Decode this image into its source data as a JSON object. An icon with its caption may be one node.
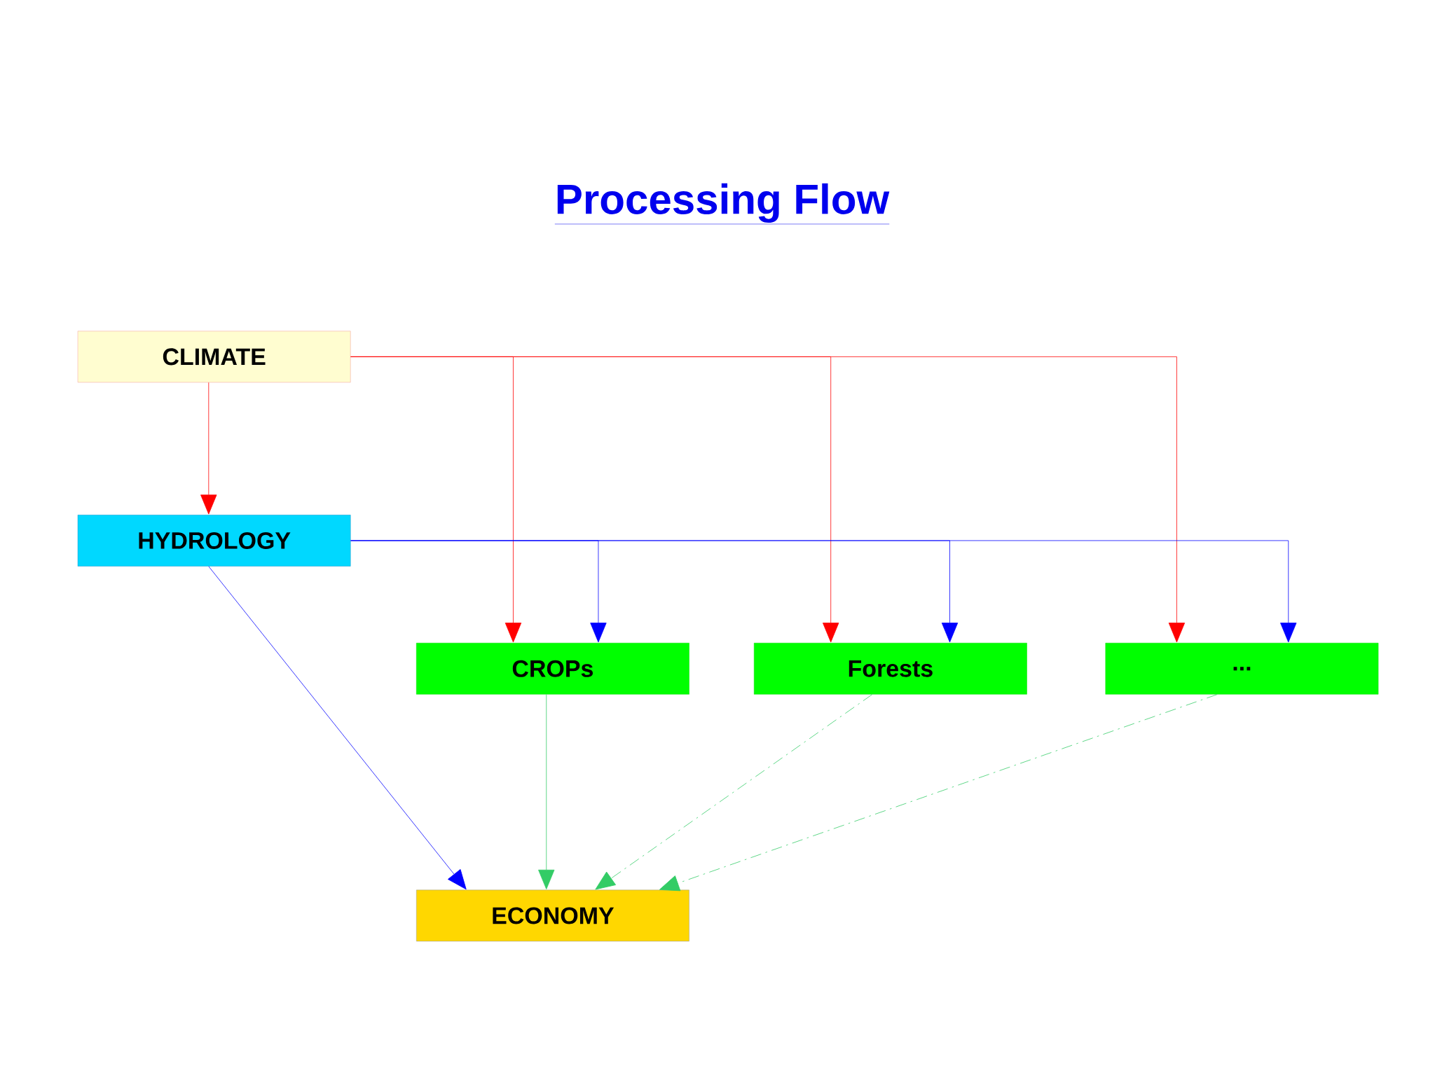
{
  "diagram": {
    "title": "Processing Flow",
    "nodes": [
      {
        "text": [
          "CLIMATE"
        ]
      },
      {
        "text": [
          "HYDROLOGY"
        ]
      },
      {
        "text": [
          "CROPs"
        ]
      },
      {
        "text": [
          "Forests"
        ]
      },
      {
        "text": [
          "..."
        ]
      },
      {
        "text": [
          "ECONOMY"
        ]
      }
    ],
    "edges": [
      {
        "from": 0,
        "to": 1,
        "arrow": "to",
        "color": "#ff0000"
      },
      {
        "from": 0,
        "to": 2,
        "arrow": "to",
        "color": "#ff0000"
      },
      {
        "from": 0,
        "to": 3,
        "arrow": "to",
        "color": "#ff0000"
      },
      {
        "from": 0,
        "to": 4,
        "arrow": "to",
        "color": "#ff0000"
      },
      {
        "from": 1,
        "to": 2,
        "arrow": "to",
        "color": "#0000ff"
      },
      {
        "from": 1,
        "to": 3,
        "arrow": "to",
        "color": "#0000ff"
      },
      {
        "from": 1,
        "to": 4,
        "arrow": "to",
        "color": "#0000ff"
      },
      {
        "from": 1,
        "to": 5,
        "arrow": "to",
        "color": "#0000ff"
      },
      {
        "from": 2,
        "to": 5,
        "arrow": "to",
        "color": "#33cc66"
      },
      {
        "from": 3,
        "to": 5,
        "arrow": "to",
        "style": "dashed",
        "color": "#33cc66"
      },
      {
        "from": 4,
        "to": 5,
        "arrow": "to",
        "style": "dashed",
        "color": "#33cc66"
      }
    ]
  }
}
